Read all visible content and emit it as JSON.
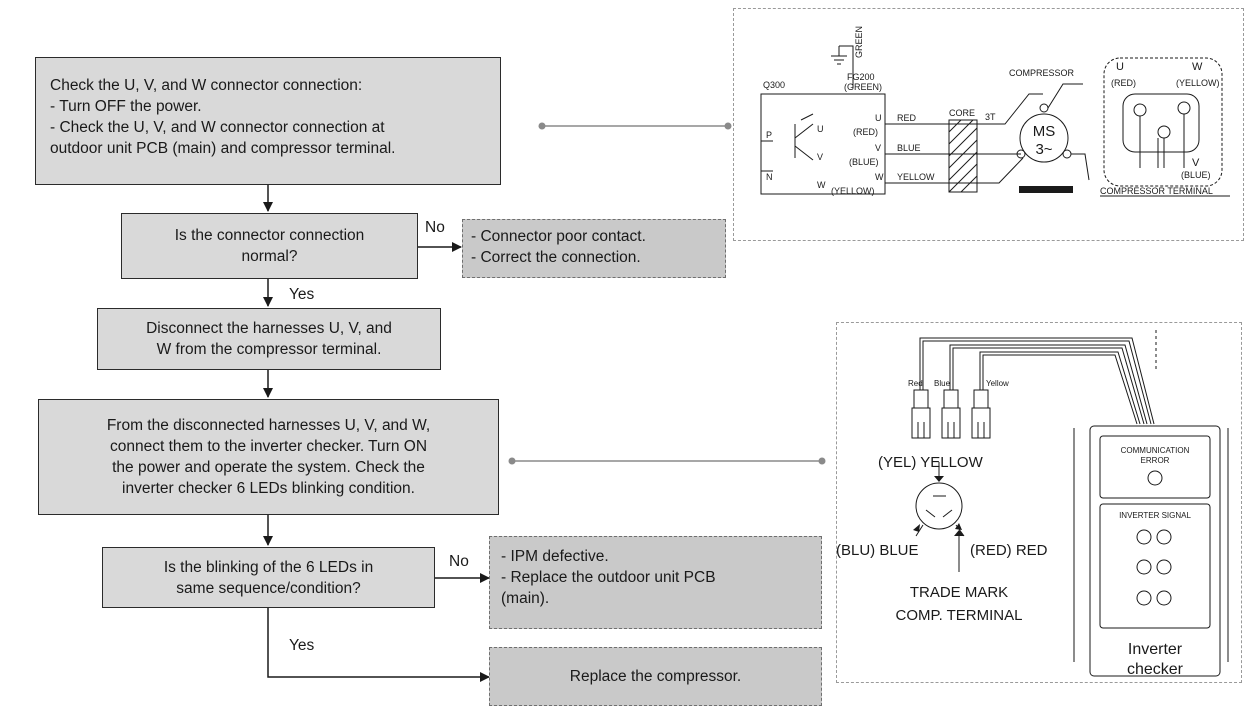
{
  "flow": {
    "step1": {
      "lines": [
        "Check the U, V, and W connector connection:",
        "- Turn OFF the power.",
        "- Check the U, V, and W connector connection at",
        "outdoor unit PCB (main) and compressor terminal."
      ]
    },
    "decision1": {
      "lines": [
        "Is the connector connection",
        "normal?"
      ]
    },
    "no1_label": "No",
    "action1": {
      "lines": [
        "- Connector poor contact.",
        "- Correct the connection."
      ]
    },
    "yes1_label": "Yes",
    "step2": {
      "lines": [
        "Disconnect the harnesses U, V, and",
        "W from the compressor terminal."
      ]
    },
    "step3": {
      "lines": [
        "From the disconnected harnesses U, V, and W,",
        "connect them to the inverter checker. Turn ON",
        "the power and operate the system. Check the",
        "inverter checker 6 LEDs blinking condition."
      ]
    },
    "decision2": {
      "lines": [
        "Is the blinking of the 6 LEDs in",
        "same sequence/condition?"
      ]
    },
    "no2_label": "No",
    "action2": {
      "lines": [
        "- IPM defective.",
        "- Replace the outdoor unit PCB",
        "(main)."
      ]
    },
    "yes2_label": "Yes",
    "action3": {
      "lines": [
        "Replace the compressor."
      ]
    }
  },
  "wiring_diagram": {
    "ground_wire": "GREEN",
    "q300": "Q300",
    "fg200": "FG200",
    "fg200_color": "(GREEN)",
    "p": "P",
    "n": "N",
    "u": "U",
    "u_color": "(RED)",
    "red": "RED",
    "v": "V",
    "v_color": "(BLUE)",
    "blue": "BLUE",
    "w": "W",
    "w_color": "(YELLOW)",
    "yellow": "YELLOW",
    "core": "CORE",
    "turns": "3T",
    "compressor": "COMPRESSOR",
    "motor_line1": "MS",
    "motor_line2": "3~",
    "term_u": "U",
    "term_u_color": "(RED)",
    "term_w": "W",
    "term_w_color": "(YELLOW)",
    "term_v": "V",
    "term_v_color": "(BLUE)",
    "compressor_terminal": "COMPRESSOR TERMINAL"
  },
  "checker_diagram": {
    "wire_red": "Red",
    "wire_blue": "Blue",
    "wire_yellow": "Yellow",
    "yel_label": "(YEL) YELLOW",
    "blu_label": "(BLU) BLUE",
    "red_label": "(RED) RED",
    "trade_mark": "TRADE MARK",
    "comp_terminal": "COMP. TERMINAL",
    "comm_error_1": "COMMUNICATION",
    "comm_error_2": "ERROR",
    "inverter_signal": "INVERTER SIGNAL",
    "checker_line1": "Inverter",
    "checker_line2": "checker"
  }
}
